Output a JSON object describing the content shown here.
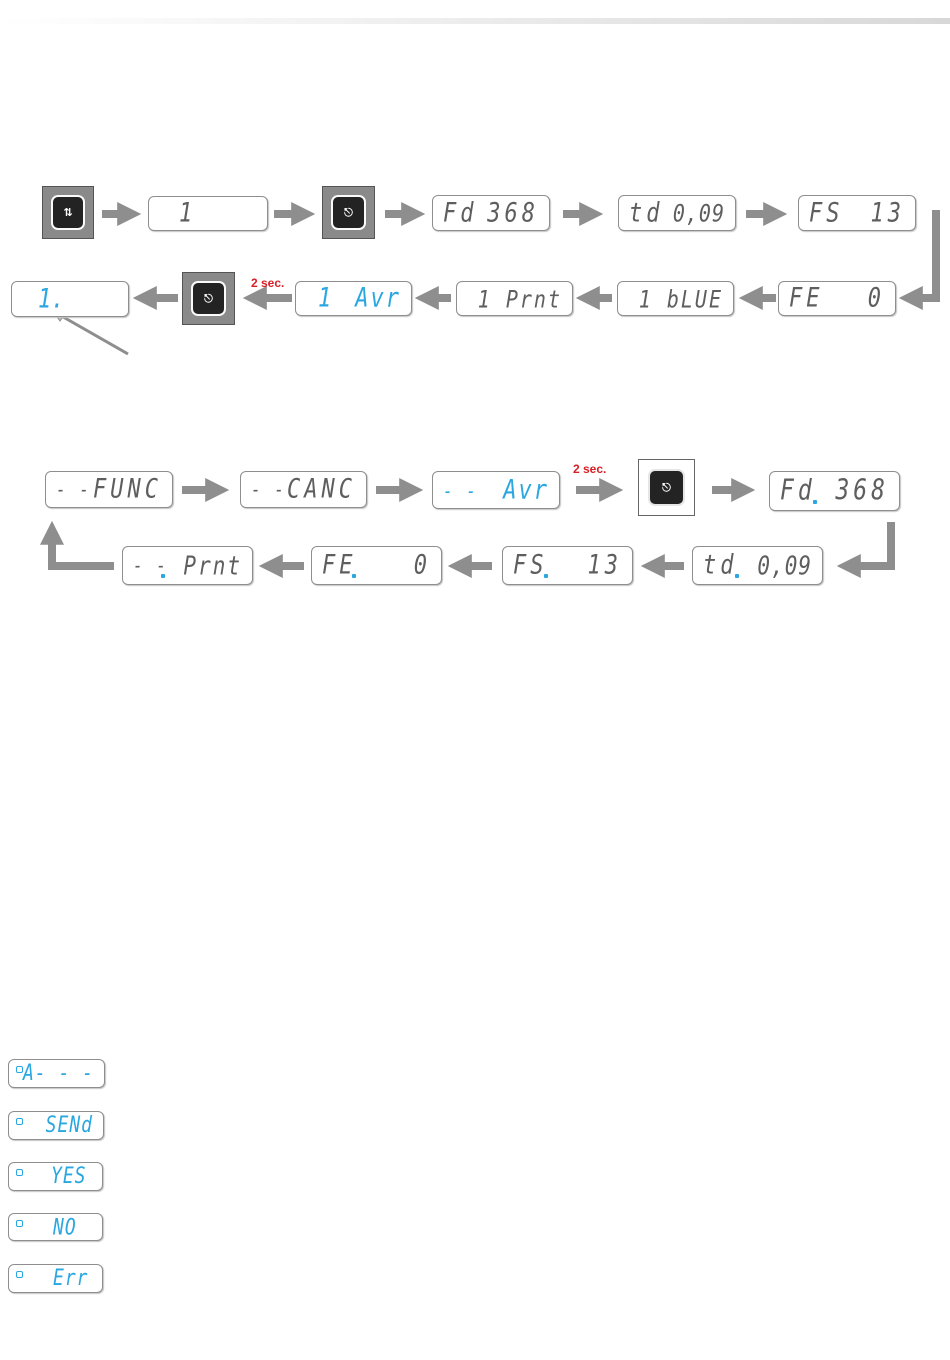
{
  "page": {
    "header_bar": "decorative-gradient"
  },
  "diagram1": {
    "displays": {
      "d1": [
        "1"
      ],
      "d2": [
        "Fd",
        "368"
      ],
      "d3": [
        "td",
        "0,09"
      ],
      "d4": [
        "FS",
        "13"
      ],
      "d5": [
        "FE",
        "0"
      ],
      "d6": [
        "1 bLUE"
      ],
      "d7": [
        "1 Prnt"
      ],
      "d8": [
        "1",
        "Avr"
      ],
      "d9": [
        "1."
      ]
    },
    "delay_label": "2 sec."
  },
  "diagram2": {
    "displays": {
      "e1": [
        "- -",
        "FUNC"
      ],
      "e2": [
        "- -",
        "CANC"
      ],
      "e3": [
        "- -",
        "Avr"
      ],
      "e4": [
        "Fd",
        "368"
      ],
      "e5": [
        "td",
        "0,09"
      ],
      "e6": [
        "FS",
        "13"
      ],
      "e7": [
        "FE",
        "0"
      ],
      "e8": [
        "- -",
        "Prnt"
      ]
    },
    "delay_label": "2 sec."
  },
  "status_displays": [
    "A- - -",
    "SENd",
    "YES",
    "NO",
    "Err"
  ],
  "icons": {
    "scroll_button": "up-down-arrows-icon",
    "enter_button": "enter-icon"
  },
  "colors": {
    "lcd_active": "#2aa7e0",
    "lcd_inactive": "#5e5e5e",
    "arrow": "#8e8e8e",
    "delay": "#d71f26"
  }
}
